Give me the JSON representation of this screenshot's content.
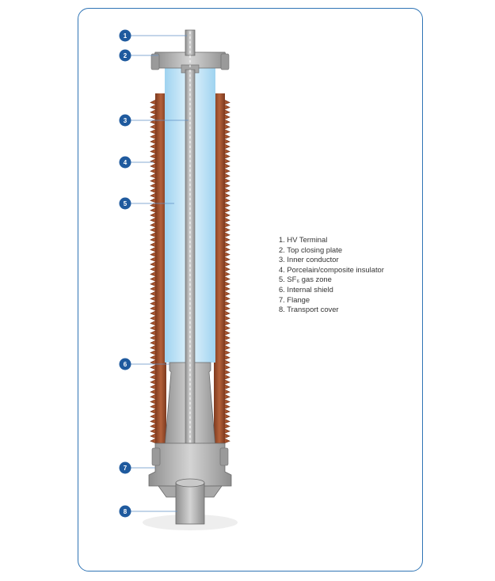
{
  "colors": {
    "frame": "#2f74b5",
    "badge": "#1f5a9e",
    "porcelain": "#a8552f",
    "porcelain_dark": "#7d3a1f",
    "gas": "#bfe3f6",
    "metal": "#b5b5b5",
    "metal_dark": "#7a7a7a"
  },
  "callouts": [
    {
      "number": "1",
      "part": "HV Terminal"
    },
    {
      "number": "2",
      "part": "Top closing plate"
    },
    {
      "number": "3",
      "part": "Inner conductor"
    },
    {
      "number": "4",
      "part": "Porcelain/composite insulator"
    },
    {
      "number": "5",
      "part": "SF6 gas zone"
    },
    {
      "number": "6",
      "part": "Internal shield"
    },
    {
      "number": "7",
      "part": "Flange"
    },
    {
      "number": "8",
      "part": "Transport cover"
    }
  ],
  "legend": [
    "1. HV Terminal",
    "2. Top closing plate",
    "3. Inner conductor",
    "4. Porcelain/composite insulator",
    "5. SF₆ gas zone",
    "6. Internal shield",
    "7. Flange",
    "8. Transport cover"
  ]
}
